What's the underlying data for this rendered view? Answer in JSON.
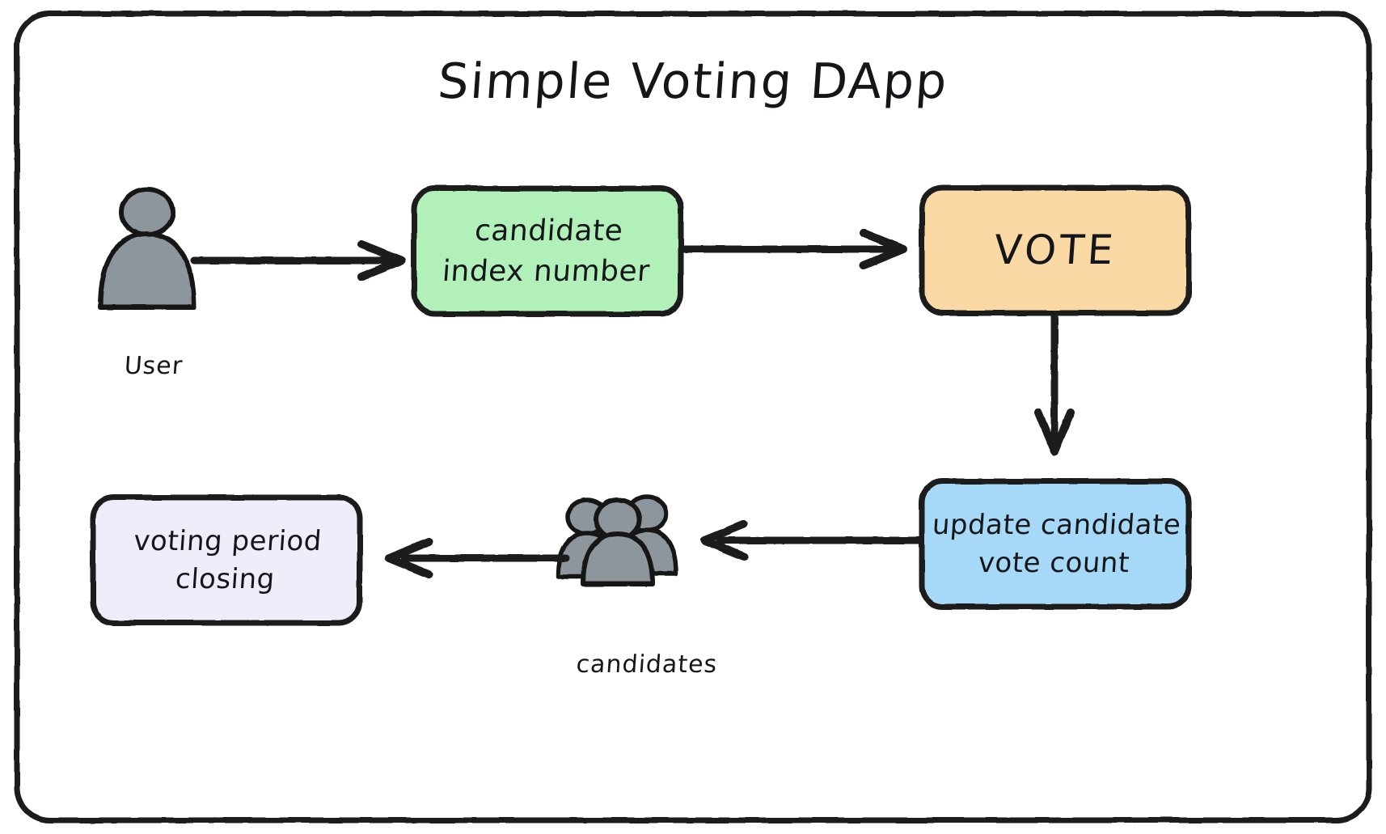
{
  "diagram": {
    "title": "Simple Voting DApp",
    "frame": {
      "stroke_color": "#1a1a1a"
    },
    "nodes": [
      {
        "id": "user",
        "type": "person-icon",
        "label": "User",
        "icon": "user-icon",
        "fill": "#8d959d",
        "stroke": "#141414"
      },
      {
        "id": "candidate-index",
        "type": "box",
        "label": "candidate\nindex number",
        "fill": "#b2f0ba",
        "stroke": "#1a1a1a"
      },
      {
        "id": "vote",
        "type": "box",
        "label": "VOTE",
        "fill": "#fbd9a5",
        "stroke": "#1a1a1a"
      },
      {
        "id": "update-vote-count",
        "type": "box",
        "label": "update candidate\nvote count",
        "fill": "#a6d8f7",
        "stroke": "#1a1a1a"
      },
      {
        "id": "candidates",
        "type": "group-icon",
        "label": "candidates",
        "icon": "users-group-icon",
        "fill": "#8d959d",
        "stroke": "#141414"
      },
      {
        "id": "voting-period-closing",
        "type": "box",
        "label": "voting period\nclosing",
        "fill": "#f0edfb",
        "stroke": "#1a1a1a"
      }
    ],
    "edges": [
      {
        "id": "edge-user-to-candidate-index",
        "from": "user",
        "to": "candidate-index",
        "direction": "right"
      },
      {
        "id": "edge-candidate-index-to-vote",
        "from": "candidate-index",
        "to": "vote",
        "direction": "right"
      },
      {
        "id": "edge-vote-to-update",
        "from": "vote",
        "to": "update-vote-count",
        "direction": "down"
      },
      {
        "id": "edge-update-to-candidates",
        "from": "update-vote-count",
        "to": "candidates",
        "direction": "left"
      },
      {
        "id": "edge-candidates-to-closing",
        "from": "candidates",
        "to": "voting-period-closing",
        "direction": "left"
      }
    ]
  }
}
